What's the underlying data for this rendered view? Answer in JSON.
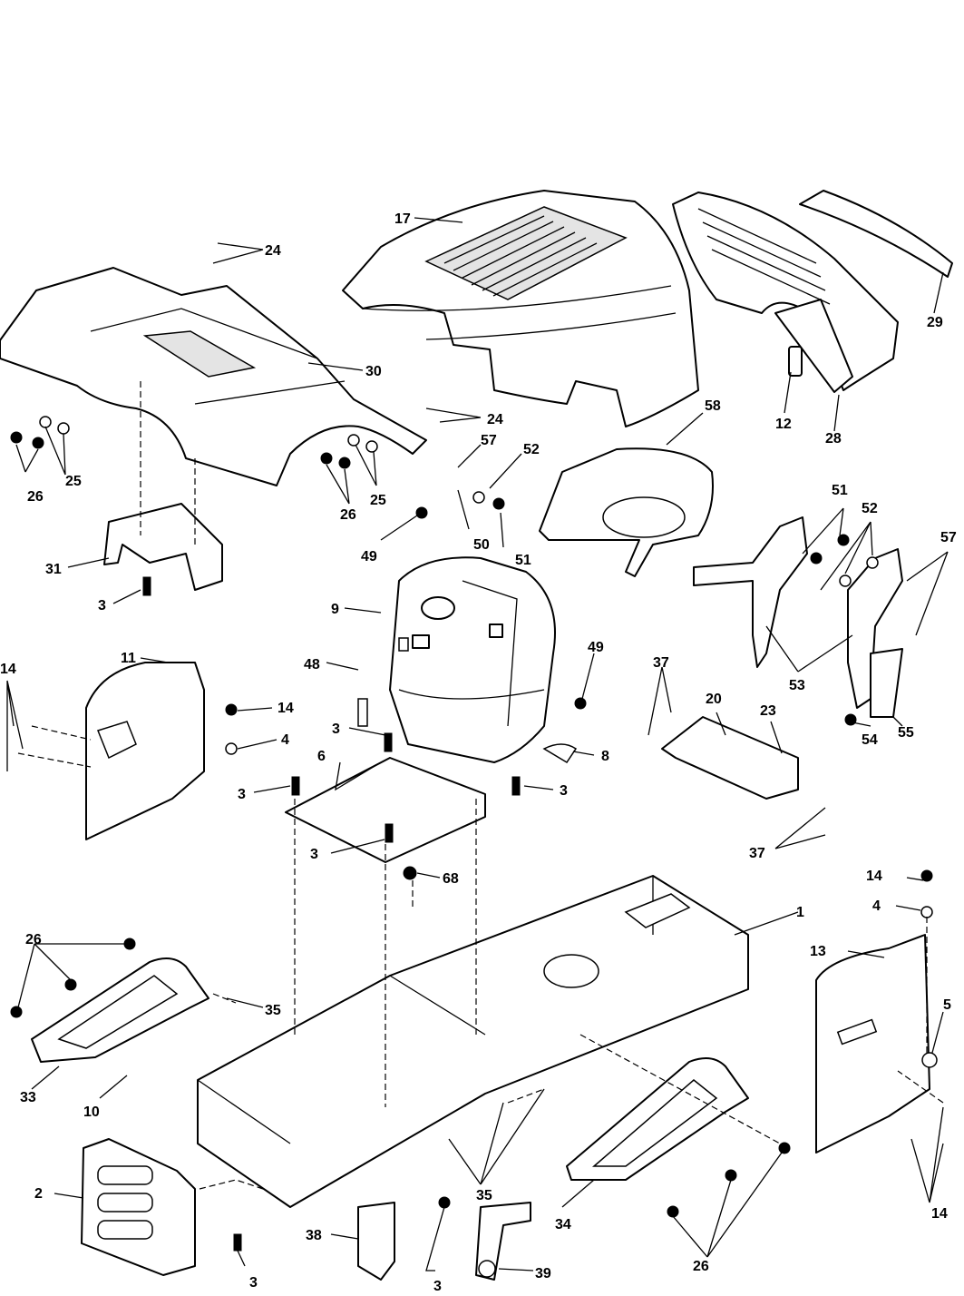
{
  "callouts": {
    "c1": "1",
    "c2": "2",
    "c3a": "3",
    "c3b": "3",
    "c3c": "3",
    "c3d": "3",
    "c3e": "3",
    "c3f": "3",
    "c3g": "3",
    "c4a": "4",
    "c4b": "4",
    "c5": "5",
    "c6": "6",
    "c8": "8",
    "c9": "9",
    "c10": "10",
    "c11": "11",
    "c12": "12",
    "c13": "13",
    "c14a": "14",
    "c14b": "14",
    "c14c": "14",
    "c14d": "14",
    "c17": "17",
    "c20": "20",
    "c23": "23",
    "c24a": "24",
    "c24b": "24",
    "c25a": "25",
    "c25b": "25",
    "c26a": "26",
    "c26b": "26",
    "c26c": "26",
    "c26d": "26",
    "c28": "28",
    "c29": "29",
    "c30": "30",
    "c31": "31",
    "c33": "33",
    "c34": "34",
    "c35a": "35",
    "c35b": "35",
    "c37a": "37",
    "c37b": "37",
    "c38": "38",
    "c39": "39",
    "c48": "48",
    "c49a": "49",
    "c49b": "49",
    "c50": "50",
    "c51a": "51",
    "c51b": "51",
    "c52a": "52",
    "c52b": "52",
    "c53": "53",
    "c54": "54",
    "c55": "55",
    "c57a": "57",
    "c57b": "57",
    "c58": "58",
    "c68": "68"
  }
}
